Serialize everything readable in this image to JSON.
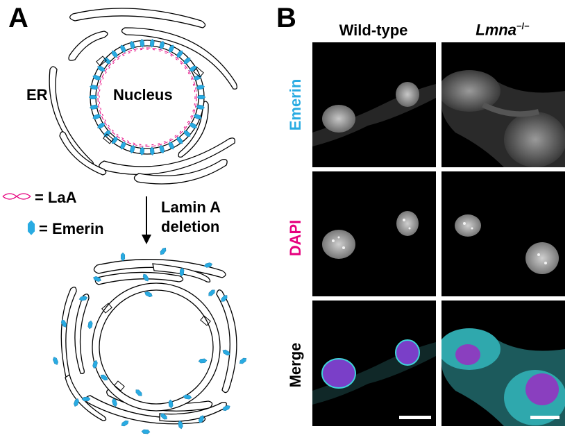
{
  "panel_a": {
    "letter": "A",
    "er_label": "ER",
    "nucleus_label": "Nucleus",
    "legend": [
      {
        "symbol": "lamin-a-wave-icon",
        "text": "= LaA"
      },
      {
        "symbol": "emerin-icon",
        "text": "= Emerin"
      }
    ],
    "arrow_label_line1": "Lamin A",
    "arrow_label_line2": "deletion"
  },
  "panel_b": {
    "letter": "B",
    "columns": [
      {
        "label": "Wild-type"
      },
      {
        "label_italic": "Lmna",
        "label_sup": "−/−"
      }
    ],
    "rows": [
      {
        "label": "Emerin",
        "color": "#29abe2"
      },
      {
        "label": "DAPI",
        "color": "#e6007e"
      },
      {
        "label": "Merge",
        "color": "#000000"
      }
    ]
  },
  "colors": {
    "emerin": "#29abe2",
    "lamin_a": "#e6007e",
    "merge_cyan": "#3fd3d8",
    "merge_magenta": "#9a3fd0"
  }
}
